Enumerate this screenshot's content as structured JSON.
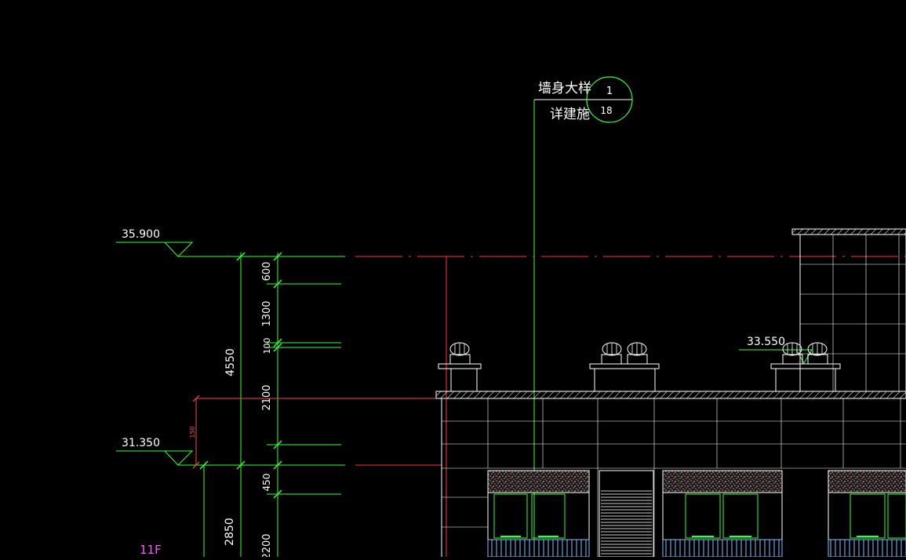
{
  "colors": {
    "background": "#000000",
    "dimension": "#33ff33",
    "outline": "#ffffff",
    "axis": "#ff3333",
    "floor_label": "#ff55ff",
    "window_fill": "#33ff33",
    "railing": "#7fbfff"
  },
  "callout": {
    "title": "墙身大样",
    "subtitle": "详建施",
    "detail_no": "1",
    "sheet_no": "18"
  },
  "elevations": {
    "top": "35.900",
    "mid": "31.350",
    "roof_step": "33.550"
  },
  "dims_outer": {
    "a": "4550",
    "b": "2850"
  },
  "dims_inner": {
    "d600": "600",
    "d1300": "1300",
    "d100": "100",
    "d2100": "2100",
    "d450": "450",
    "d2200": "2200"
  },
  "parapet_dim": "150",
  "floor_label": "11F"
}
